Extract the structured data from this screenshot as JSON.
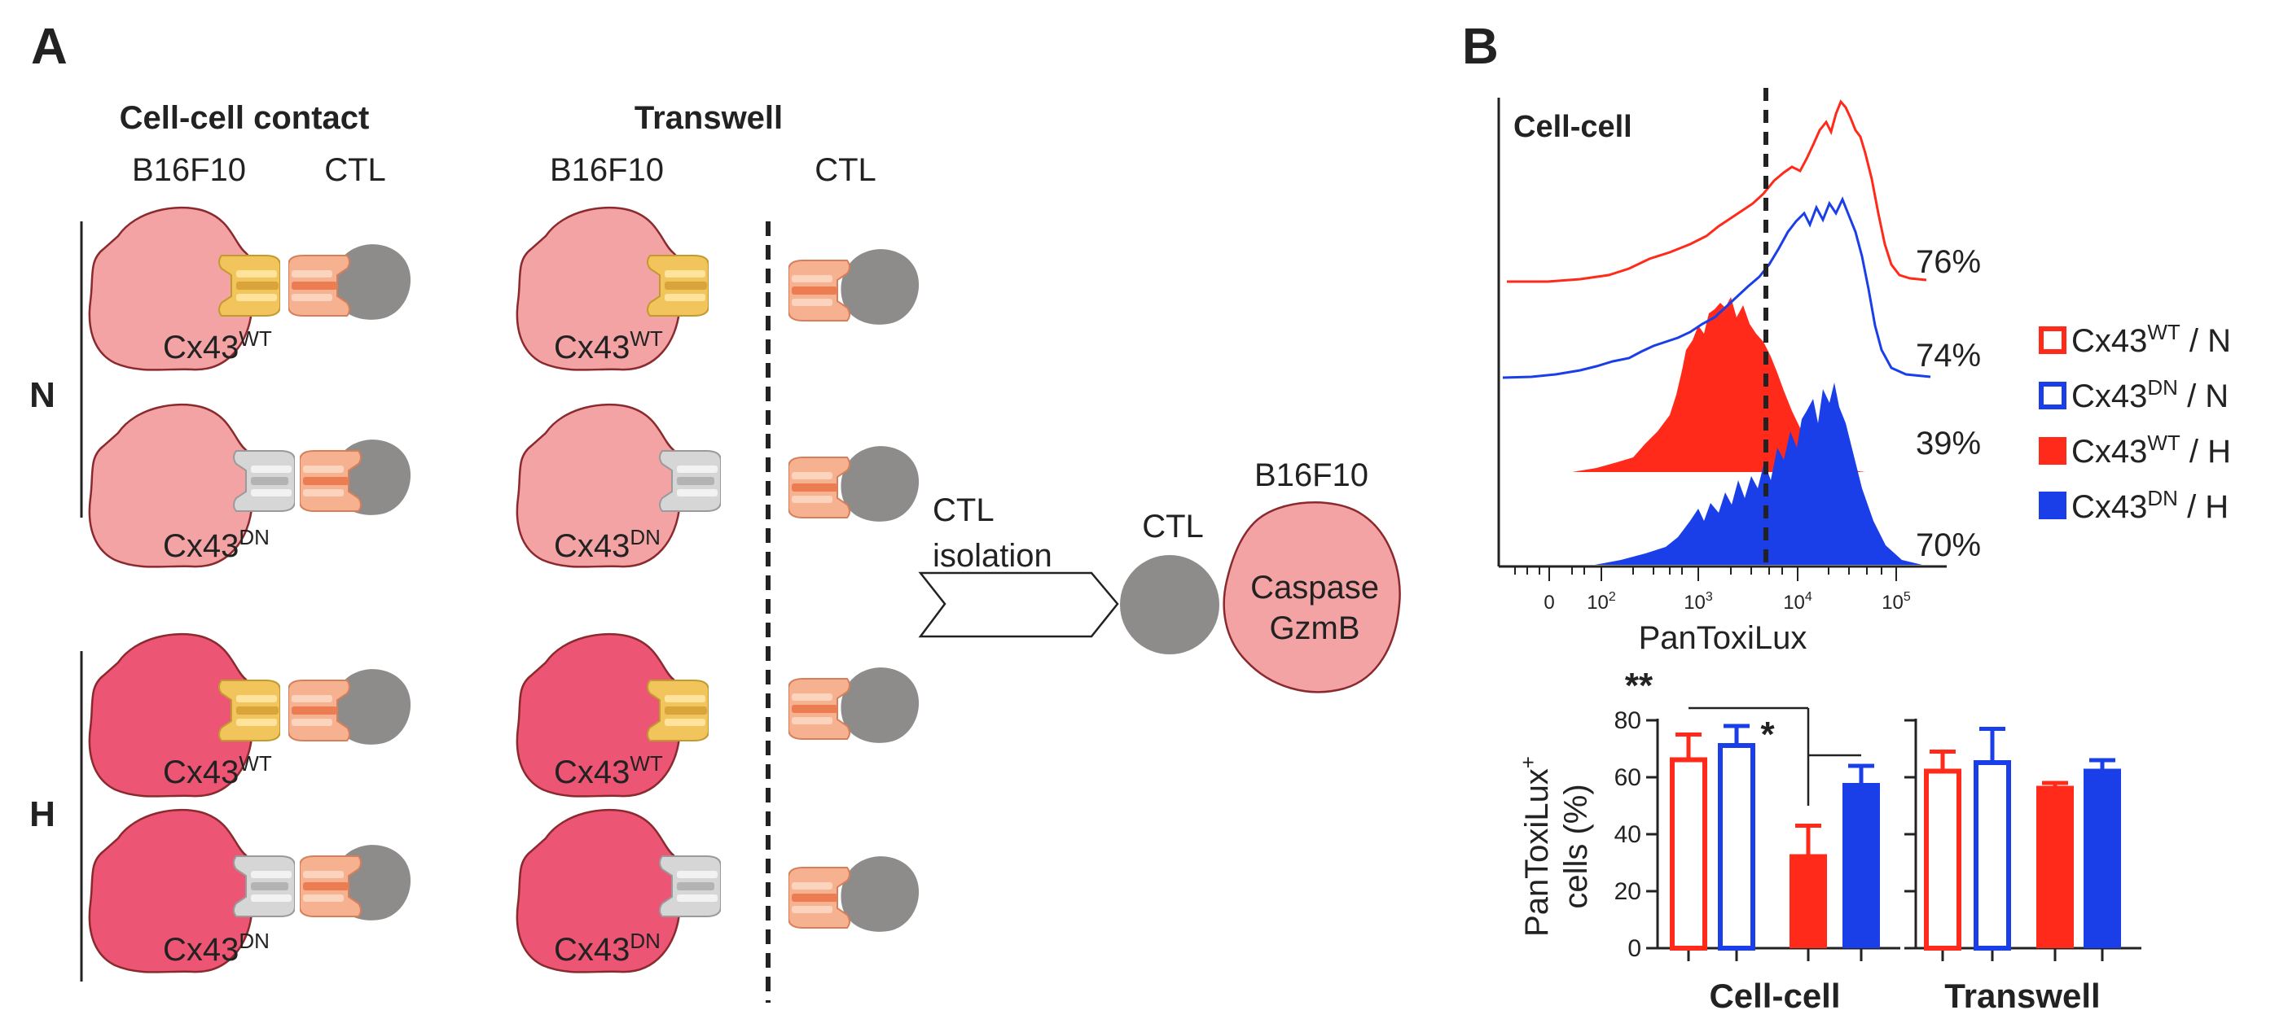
{
  "panel_a": {
    "letter": "A",
    "contact_title": "Cell-cell contact",
    "transwell_title": "Transwell",
    "col_b16": "B16F10",
    "col_ctl": "CTL",
    "group_n": "N",
    "group_h": "H",
    "cells": [
      {
        "base": "Cx43",
        "sup": "WT"
      },
      {
        "base": "Cx43",
        "sup": "DN"
      },
      {
        "base": "Cx43",
        "sup": "WT"
      },
      {
        "base": "Cx43",
        "sup": "DN"
      }
    ],
    "arrow_line1": "CTL",
    "arrow_line2": "isolation",
    "right_ctl": "CTL",
    "right_b16": "B16F10",
    "caspase": "Caspase",
    "gzmb": "GzmB",
    "colors": {
      "normoxia_cell": "#f4a3a5",
      "hypoxia_cell": "#ec5573",
      "ctl": "#8e8b8b",
      "wt_channel": "#f2c45c",
      "dn_channel": "#d2d2d2",
      "ctl_channel": "#f6b290"
    }
  },
  "panel_b": {
    "letter": "B",
    "hist_title": "Cell-cell",
    "hist_xlabel": "PanToxiLux",
    "hist_ticks": [
      {
        "base": "0",
        "exp": ""
      },
      {
        "base": "10",
        "exp": "2"
      },
      {
        "base": "10",
        "exp": "3"
      },
      {
        "base": "10",
        "exp": "4"
      },
      {
        "base": "10",
        "exp": "5"
      }
    ],
    "hist_percents": [
      "76%",
      "74%",
      "39%",
      "70%"
    ],
    "legend": [
      {
        "base": "Cx43",
        "sup": "WT",
        "suffix": " / N",
        "color": "#ff2a1a",
        "filled": false
      },
      {
        "base": "Cx43",
        "sup": "DN",
        "suffix": " / N",
        "color": "#1a3ee8",
        "filled": false
      },
      {
        "base": "Cx43",
        "sup": "WT",
        "suffix": " / H",
        "color": "#ff2a1a",
        "filled": true
      },
      {
        "base": "Cx43",
        "sup": "DN",
        "suffix": " / H",
        "color": "#1a3ee8",
        "filled": true
      }
    ],
    "ylabel_line1": "PanToxiLux",
    "ylabel_sup": "+",
    "ylabel_line2": "cells (%)",
    "sig_double": "**",
    "sig_single": "*"
  },
  "chart_data": {
    "type": "bar",
    "ylim": [
      0,
      80
    ],
    "yticks": [
      0,
      20,
      40,
      60,
      80
    ],
    "ylabel": "PanToxiLux+ cells (%)",
    "categories": [
      "Cell-cell",
      "Transwell"
    ],
    "series": [
      {
        "name": "Cx43WT / N",
        "values": [
          67,
          63
        ],
        "errors": [
          8,
          6
        ],
        "color": "#ff2a1a",
        "filled": false
      },
      {
        "name": "Cx43DN / N",
        "values": [
          72,
          66
        ],
        "errors": [
          6,
          11
        ],
        "color": "#1a3ee8",
        "filled": false
      },
      {
        "name": "Cx43WT / H",
        "values": [
          33,
          57
        ],
        "errors": [
          10,
          1
        ],
        "color": "#ff2a1a",
        "filled": true
      },
      {
        "name": "Cx43DN / H",
        "values": [
          58,
          63
        ],
        "errors": [
          6,
          3
        ],
        "color": "#1a3ee8",
        "filled": true
      }
    ]
  }
}
